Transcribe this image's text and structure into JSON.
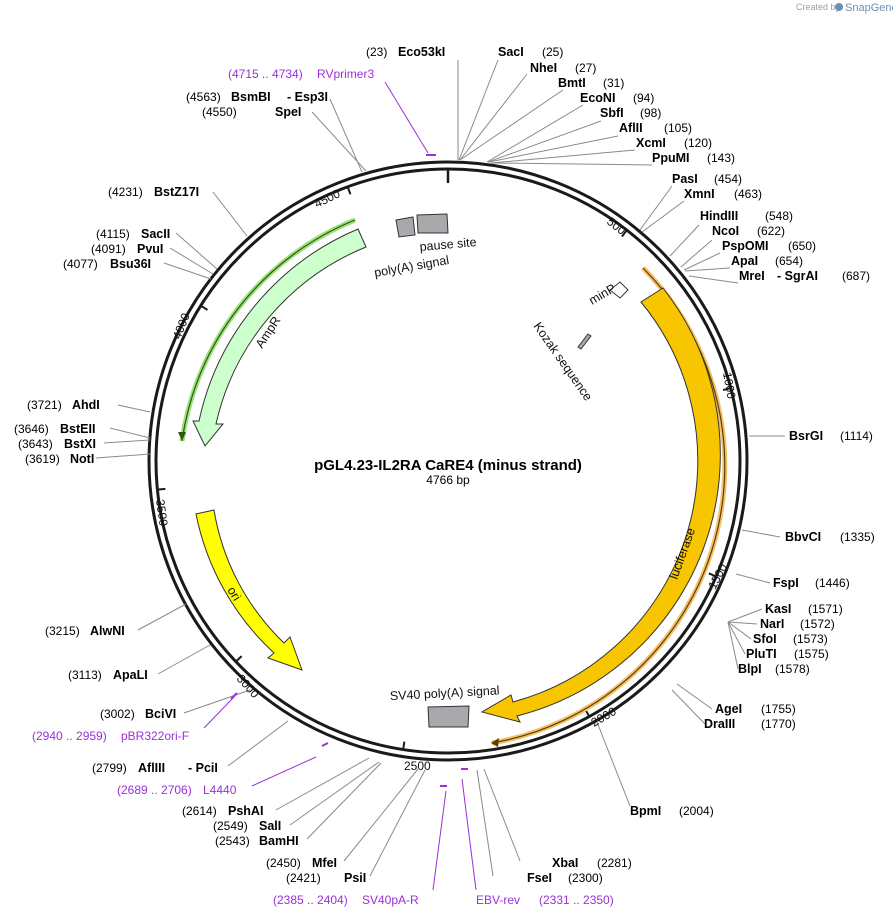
{
  "branding": {
    "created_by": "Created by",
    "brand": "SnapGene"
  },
  "plasmid": {
    "name": "pGL4.23-IL2RA CaRE4 (minus strand)",
    "size_label": "4766 bp"
  },
  "tick_labels": [
    "500",
    "1000",
    "1500",
    "2000",
    "2500",
    "3000",
    "3500",
    "4000",
    "4500"
  ],
  "features": [
    {
      "label": "luciferase",
      "color": "#f7c600"
    },
    {
      "label": "SV40 poly(A) signal",
      "color": "#a7a9ac"
    },
    {
      "label": "ori",
      "color": "#ffff00"
    },
    {
      "label": "AmpR",
      "color": "#ccffcc"
    },
    {
      "label": "poly(A) signal",
      "color": "#a7a9ac"
    },
    {
      "label": "pause site",
      "color": "#a7a9ac"
    },
    {
      "label": "minP",
      "color": "#ffffff"
    },
    {
      "label": "Kozak sequence",
      "color": "#a7a9ac"
    }
  ],
  "enzymes": [
    {
      "name": "Eco53kI",
      "pos": "(23)"
    },
    {
      "name": "SacI",
      "pos": "(25)"
    },
    {
      "name": "NheI",
      "pos": "(27)"
    },
    {
      "name": "BmtI",
      "pos": "(31)"
    },
    {
      "name": "EcoNI",
      "pos": "(94)"
    },
    {
      "name": "SbfI",
      "pos": "(98)"
    },
    {
      "name": "AflII",
      "pos": "(105)"
    },
    {
      "name": "XcmI",
      "pos": "(120)"
    },
    {
      "name": "PpuMI",
      "pos": "(143)"
    },
    {
      "name": "PasI",
      "pos": "(454)"
    },
    {
      "name": "XmnI",
      "pos": "(463)"
    },
    {
      "name": "HindIII",
      "pos": "(548)"
    },
    {
      "name": "NcoI",
      "pos": "(622)"
    },
    {
      "name": "PspOMI",
      "pos": "(650)"
    },
    {
      "name": "ApaI",
      "pos": "(654)"
    },
    {
      "name": "MreI",
      "pos": ""
    },
    {
      "name": "- SgrAI",
      "pos": "(687)"
    },
    {
      "name": "BsrGI",
      "pos": "(1114)"
    },
    {
      "name": "BbvCI",
      "pos": "(1335)"
    },
    {
      "name": "FspI",
      "pos": "(1446)"
    },
    {
      "name": "KasI",
      "pos": "(1571)"
    },
    {
      "name": "NarI",
      "pos": "(1572)"
    },
    {
      "name": "SfoI",
      "pos": "(1573)"
    },
    {
      "name": "PluTI",
      "pos": "(1575)"
    },
    {
      "name": "BlpI",
      "pos": "(1578)"
    },
    {
      "name": "AgeI",
      "pos": "(1755)"
    },
    {
      "name": "DraIII",
      "pos": "(1770)"
    },
    {
      "name": "BpmI",
      "pos": "(2004)"
    },
    {
      "name": "XbaI",
      "pos": "(2281)"
    },
    {
      "name": "FseI",
      "pos": "(2300)"
    },
    {
      "name": "PsiI",
      "pos": "(2421)"
    },
    {
      "name": "MfeI",
      "pos": "(2450)"
    },
    {
      "name": "BamHI",
      "pos": "(2543)"
    },
    {
      "name": "SalI",
      "pos": "(2549)"
    },
    {
      "name": "PshAI",
      "pos": "(2614)"
    },
    {
      "name": "AflIII",
      "pos": "(2799)"
    },
    {
      "name": "- PciI",
      "pos": ""
    },
    {
      "name": "BciVI",
      "pos": "(3002)"
    },
    {
      "name": "ApaLI",
      "pos": "(3113)"
    },
    {
      "name": "AlwNI",
      "pos": "(3215)"
    },
    {
      "name": "NotI",
      "pos": "(3619)"
    },
    {
      "name": "BstXI",
      "pos": "(3643)"
    },
    {
      "name": "BstEII",
      "pos": "(3646)"
    },
    {
      "name": "AhdI",
      "pos": "(3721)"
    },
    {
      "name": "Bsu36I",
      "pos": "(4077)"
    },
    {
      "name": "PvuI",
      "pos": "(4091)"
    },
    {
      "name": "SacII",
      "pos": "(4115)"
    },
    {
      "name": "BstZ17I",
      "pos": "(4231)"
    },
    {
      "name": "SpeI",
      "pos": "(4550)"
    },
    {
      "name": "BsmBI",
      "pos": "(4563)"
    },
    {
      "name": "- Esp3I",
      "pos": ""
    }
  ],
  "primers": [
    {
      "name": "RVprimer3",
      "range": "(4715 .. 4734)"
    },
    {
      "name": "pBR322ori-F",
      "range": "(2940 .. 2959)"
    },
    {
      "name": "L4440",
      "range": "(2689 .. 2706)"
    },
    {
      "name": "SV40pA-R",
      "range": "(2385 .. 2404)"
    },
    {
      "name": "EBV-rev",
      "range": "(2331 .. 2350)"
    }
  ],
  "colors": {
    "primer": "#9b30d9",
    "backbone": "#1a1a1a",
    "leader": "#8a8a8a"
  }
}
